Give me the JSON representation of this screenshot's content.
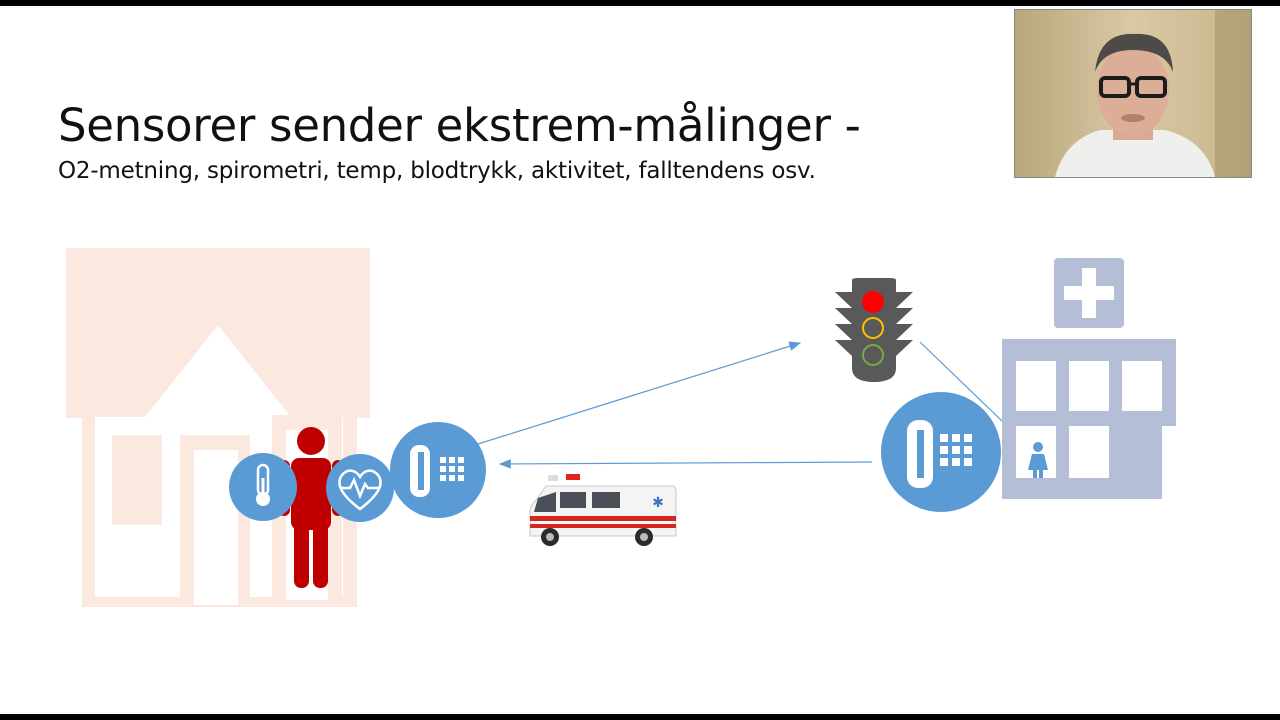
{
  "slide": {
    "title": "Sensorer sender ekstrem-målinger  -",
    "subtitle": "O2-metning, spirometri, temp, blodtrykk, aktivitet, falltendens osv."
  },
  "diagram": {
    "nodes": [
      {
        "id": "home",
        "icon": "house-icon"
      },
      {
        "id": "patient",
        "icon": "person-icon"
      },
      {
        "id": "thermometer",
        "icon": "thermometer-icon"
      },
      {
        "id": "heart",
        "icon": "heart-rate-icon"
      },
      {
        "id": "phone-home",
        "icon": "telephone-icon"
      },
      {
        "id": "traffic-light",
        "icon": "traffic-light-icon",
        "active_light": "red"
      },
      {
        "id": "phone-hospital",
        "icon": "telephone-icon"
      },
      {
        "id": "hospital",
        "icon": "hospital-icon"
      },
      {
        "id": "ambulance",
        "icon": "ambulance-icon"
      }
    ],
    "edges": [
      {
        "from": "phone-home",
        "to": "traffic-light"
      },
      {
        "from": "traffic-light",
        "to": "hospital"
      },
      {
        "from": "phone-hospital",
        "to": "phone-home"
      }
    ],
    "colors": {
      "house": "#fae3d8",
      "person": "#c00000",
      "icon_circle": "#5b9bd5",
      "hospital": "#b4bfd7",
      "arrow": "#5b9bd5",
      "light_red": "#ff0000",
      "light_yellow": "#ffc000",
      "light_green": "#70ad47"
    }
  },
  "webcam": {
    "description_icon": "presenter-video-thumbnail"
  }
}
